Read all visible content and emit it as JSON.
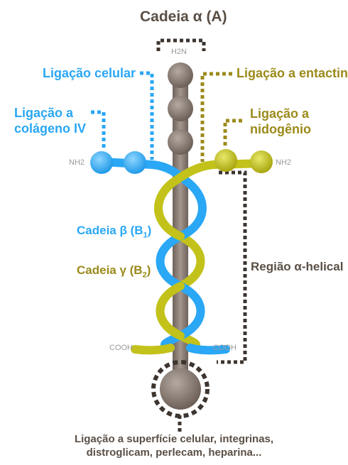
{
  "labels": {
    "alpha_chain": "Cadeia α (A)",
    "cell_binding": "Ligação celular",
    "collagen_binding_line1": "Ligação a",
    "collagen_binding_line2": "colágeno IV",
    "entactin_binding": "Ligação a entactina",
    "nidogen_binding_line1": "Ligação a",
    "nidogen_binding_line2": "nidogênio",
    "beta_chain_prefix": "Cadeia β (B",
    "beta_chain_sub": "1",
    "beta_chain_suffix": ")",
    "gamma_chain_prefix": "Cadeia γ (B",
    "gamma_chain_sub": "2",
    "gamma_chain_suffix": ")",
    "helical_region": "Região α-helical",
    "bottom_line1": "Ligação a superfície celular, integrinas,",
    "bottom_line2": "distroglicam, perlecam, heparina..."
  },
  "terminals": {
    "alpha_n": "H2N",
    "beta_n": "NH2",
    "gamma_n": "NH2",
    "beta_c": "COOH",
    "gamma_c": "COOH"
  },
  "colors": {
    "alpha": "#7d7068",
    "beta": "#2aa7f5",
    "gamma": "#c2c21a",
    "dark_text": "#5a4f45",
    "olive_text": "#9b8a1a"
  }
}
